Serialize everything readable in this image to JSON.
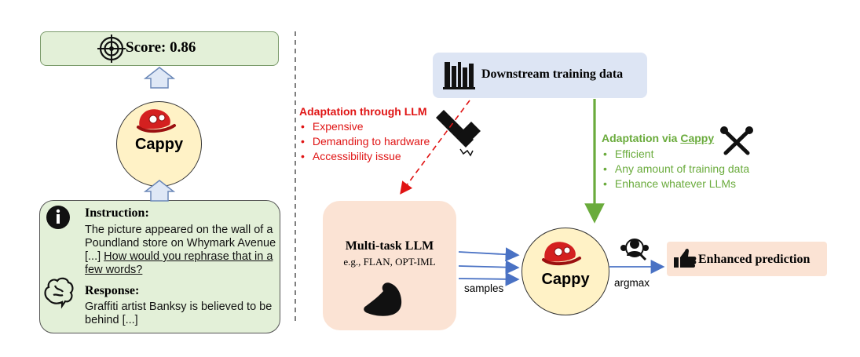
{
  "left_panel": {
    "score": "Score: 0.86",
    "cappy_label": "Cappy",
    "instruction": {
      "label": "Instruction:",
      "text_before": "The picture appeared on the wall of a Poundland store on Whymark Avenue [...] ",
      "text_underlined": "How would you rephrase that in a few words?"
    },
    "response": {
      "label": "Response:",
      "text": "Graffiti artist Banksy is believed to be behind [...]"
    }
  },
  "right_panel": {
    "downstream_label": "Downstream training data",
    "llm_adaptation": {
      "heading": "Adaptation through LLM",
      "items": [
        "Expensive",
        "Demanding to hardware",
        "Accessibility issue"
      ]
    },
    "cappy_adaptation": {
      "heading_prefix": "Adaptation via ",
      "heading_link": "Cappy",
      "items": [
        "Efficient",
        "Any amount of training data",
        "Enhance whatever LLMs"
      ]
    },
    "multitask": {
      "title": "Multi-task LLM",
      "subtitle": "e.g., FLAN, OPT-IML"
    },
    "samples_label": "samples",
    "cappy_label": "Cappy",
    "argmax_label": "argmax",
    "enhanced_label": "Enhanced prediction"
  },
  "colors": {
    "green_box": "#e3f0d8",
    "cream_circle": "#fff2c6",
    "blue_box": "#dde5f4",
    "peach_box": "#fbe3d4",
    "red_text": "#e01414",
    "green_text": "#6aab3c",
    "blue_arrow": "#4a72c4"
  },
  "icons": [
    "target-icon",
    "cappy-cap-icon",
    "info-icon",
    "brain-icon",
    "books-icon",
    "hammer-icon",
    "tools-icon",
    "muscle-icon",
    "group-icon",
    "thumbs-up-icon"
  ]
}
